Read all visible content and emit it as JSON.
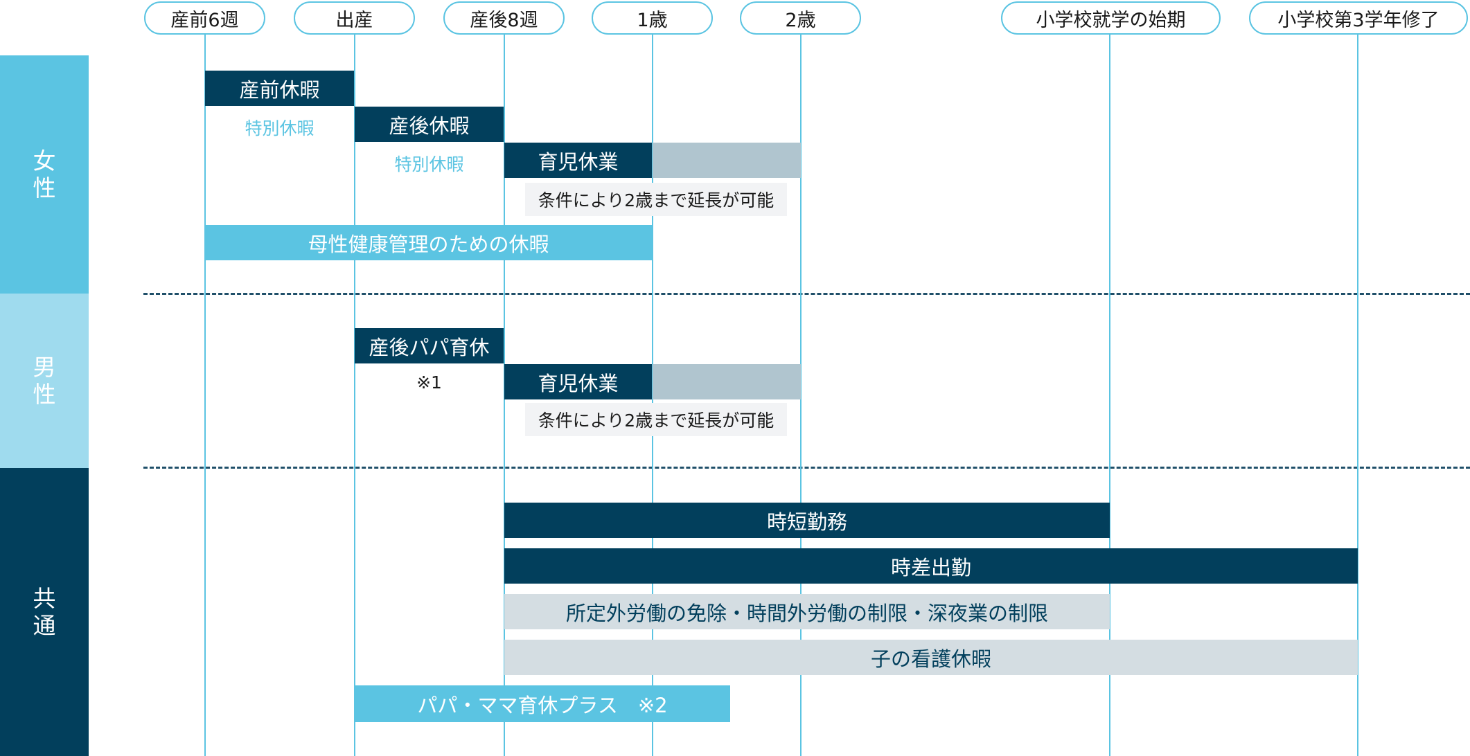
{
  "colors": {
    "dark_navy": "#023f5c",
    "cyan": "#5bc4e2",
    "light_cyan": "#9fdbee",
    "grey_extension": "#b0c5cf",
    "light_grey": "#d4dde2"
  },
  "timeline": {
    "milestones": [
      "産前6週",
      "出産",
      "産後8週",
      "1歳",
      "2歳",
      "小学校就学の始期",
      "小学校第3学年修了"
    ]
  },
  "sections": {
    "female": "女性",
    "male": "男性",
    "common": "共通"
  },
  "female": {
    "prenatal_leave": "産前休暇",
    "prenatal_special": "特別休暇",
    "postnatal_leave": "産後休暇",
    "postnatal_special": "特別休暇",
    "childcare_leave": "育児休業",
    "extension_note": "条件により2歳まで延長が可能",
    "maternal_health": "母性健康管理のための休暇"
  },
  "male": {
    "papa_leave": "産後パパ育休",
    "papa_note": "※1",
    "childcare_leave": "育児休業",
    "extension_note": "条件により2歳まで延長が可能"
  },
  "common": {
    "short_hours": "時短勤務",
    "staggered_hours": "時差出勤",
    "overtime_limits": "所定外労働の免除・時間外労働の制限・深夜業の制限",
    "child_care_leave": "子の看護休暇",
    "papa_mama_plus": "パパ・ママ育休プラス　※2"
  }
}
